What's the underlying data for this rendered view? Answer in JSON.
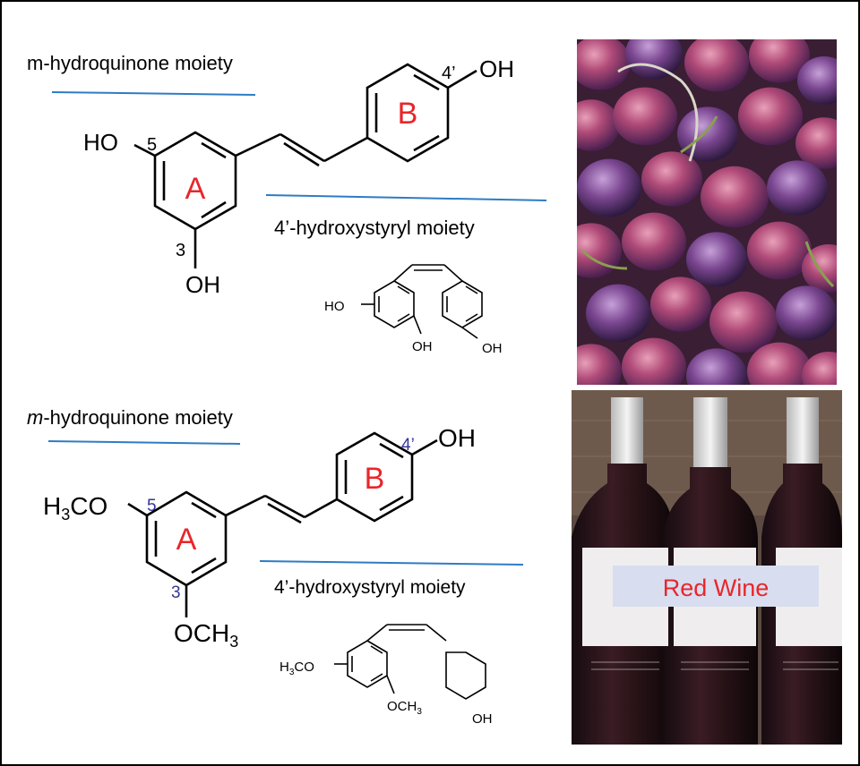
{
  "top": {
    "moiety_m": "m-hydroquinone moiety",
    "moiety_styryl": "4’-hydroxystyryl moiety",
    "ring_a": "A",
    "ring_b": "B",
    "pos_5": "5",
    "pos_3": "3",
    "pos_4p": "4’",
    "ho": "HO",
    "oh_top": "OH",
    "oh_bottom": "OH",
    "cis_ho": "HO",
    "cis_oh_1": "OH",
    "cis_oh_2": "OH"
  },
  "bottom": {
    "moiety_m_italic": "m",
    "moiety_m_rest": "-hydroquinone moiety",
    "moiety_styryl": "4’-hydroxystyryl moiety",
    "ring_a": "A",
    "ring_b": "B",
    "pos_5": "5",
    "pos_3": "3",
    "pos_4p": "4’",
    "h3co_h": "H",
    "h3co_sub": "3",
    "h3co_co": "CO",
    "och3_och": "OCH",
    "och3_sub": "3",
    "oh_top": "OH",
    "cis_h3co_h": "H",
    "cis_h3co_sub": "3",
    "cis_h3co_co": "CO",
    "cis_och3_och": "OCH",
    "cis_och3_sub": "3",
    "cis_oh": "OH"
  },
  "photos": {
    "wine_label": "Red Wine"
  },
  "colors": {
    "moiety_line": "#2e7cc4",
    "ring_letter": "#e8262a",
    "position_blue": "#34349a",
    "wine_label_bg": "#d8def0"
  }
}
